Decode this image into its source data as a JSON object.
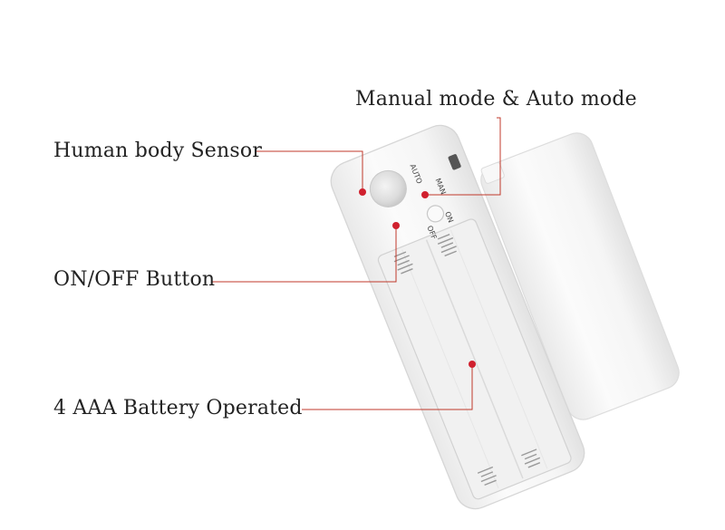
{
  "callouts": {
    "sensor": "Human body Sensor",
    "mode": "Manual mode & Auto mode",
    "button": "ON/OFF Button",
    "battery": "4 AAA Battery Operated"
  },
  "device_text": {
    "auto": "AUTO",
    "man": "MAN",
    "on": "ON",
    "off": "OFF"
  },
  "colors": {
    "leader_line": "#c0392b",
    "dot": "#d0202e",
    "housing": "#f6f6f6",
    "housing_edge": "#dcdcdc"
  }
}
